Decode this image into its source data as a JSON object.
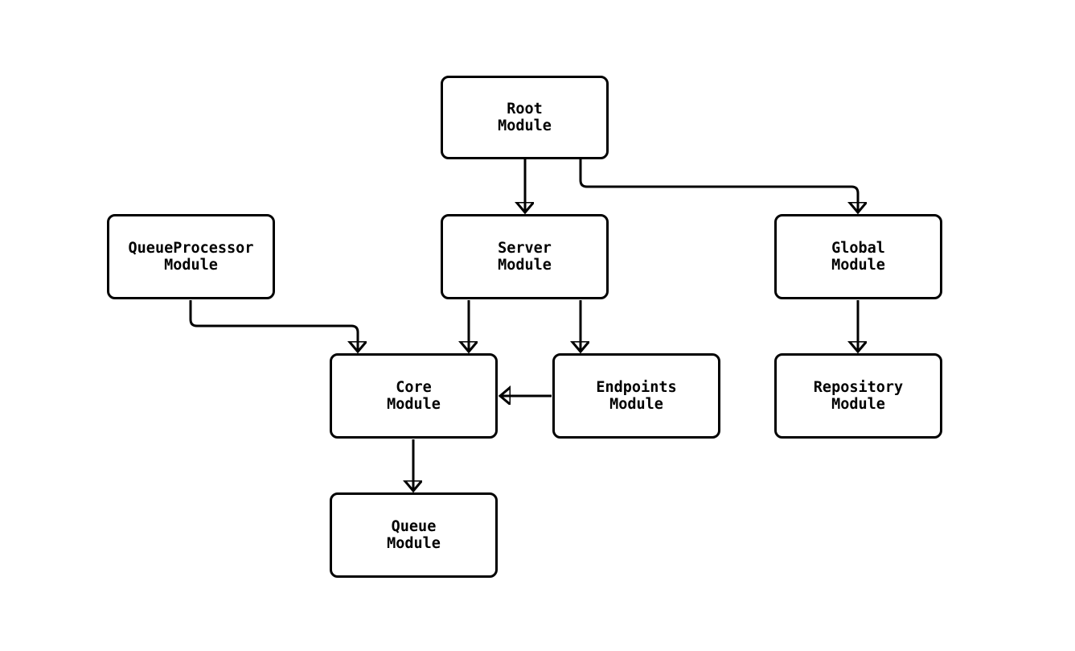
{
  "nodes": {
    "root": {
      "label": "Root\nModule"
    },
    "queue_processor": {
      "label": "QueueProcessor\nModule"
    },
    "server": {
      "label": "Server\nModule"
    },
    "global": {
      "label": "Global\nModule"
    },
    "core": {
      "label": "Core\nModule"
    },
    "endpoints": {
      "label": "Endpoints\nModule"
    },
    "repository": {
      "label": "Repository\nModule"
    },
    "queue": {
      "label": "Queue\nModule"
    }
  },
  "edges": [
    {
      "from": "Root Module",
      "to": "Server Module"
    },
    {
      "from": "Root Module",
      "to": "Global Module"
    },
    {
      "from": "QueueProcessor Module",
      "to": "Core Module"
    },
    {
      "from": "Server Module",
      "to": "Core Module"
    },
    {
      "from": "Server Module",
      "to": "Endpoints Module"
    },
    {
      "from": "Endpoints Module",
      "to": "Core Module"
    },
    {
      "from": "Global Module",
      "to": "Repository Module"
    },
    {
      "from": "Core Module",
      "to": "Queue Module"
    }
  ],
  "colors": {
    "stroke": "#000000",
    "node_fill": "#ffffff",
    "background": "#ffffff",
    "text": "#000000"
  }
}
